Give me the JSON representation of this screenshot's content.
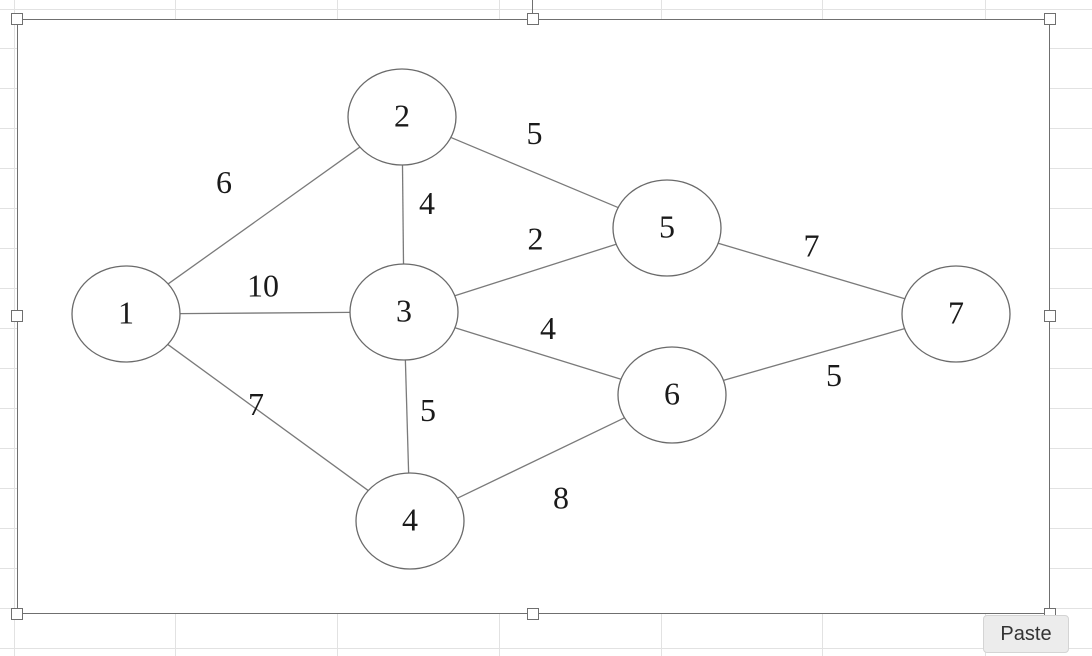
{
  "picture": {
    "nodes": [
      {
        "id": "1",
        "label": "1"
      },
      {
        "id": "2",
        "label": "2"
      },
      {
        "id": "3",
        "label": "3"
      },
      {
        "id": "4",
        "label": "4"
      },
      {
        "id": "5",
        "label": "5"
      },
      {
        "id": "6",
        "label": "6"
      },
      {
        "id": "7",
        "label": "7"
      }
    ],
    "edges": [
      {
        "from": "1",
        "to": "2",
        "weight": "6"
      },
      {
        "from": "1",
        "to": "3",
        "weight": "10"
      },
      {
        "from": "1",
        "to": "4",
        "weight": "7"
      },
      {
        "from": "2",
        "to": "3",
        "weight": "4"
      },
      {
        "from": "2",
        "to": "5",
        "weight": "5"
      },
      {
        "from": "3",
        "to": "5",
        "weight": "2"
      },
      {
        "from": "3",
        "to": "6",
        "weight": "4"
      },
      {
        "from": "3",
        "to": "4",
        "weight": "5"
      },
      {
        "from": "4",
        "to": "6",
        "weight": "8"
      },
      {
        "from": "5",
        "to": "7",
        "weight": "7"
      },
      {
        "from": "6",
        "to": "7",
        "weight": "5"
      }
    ]
  },
  "paste_button": {
    "label": "Paste"
  }
}
